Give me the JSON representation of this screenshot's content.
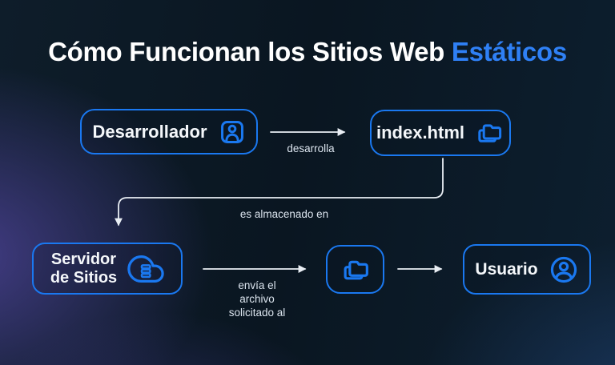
{
  "title": {
    "main": "Cómo Funcionan los Sitios Web",
    "highlight": "Estáticos"
  },
  "nodes": {
    "developer": {
      "label": "Desarrollador"
    },
    "index_file": {
      "label": "index.html"
    },
    "server": {
      "label": "Servidor\nde Sitios"
    },
    "user": {
      "label": "Usuario"
    }
  },
  "edges": {
    "develops": {
      "label": "desarrolla"
    },
    "stored_in": {
      "label": "es almacenado en"
    },
    "sends_file": {
      "label": "envía el\narchivo\nsolicitado al"
    }
  },
  "icons": {
    "developer": "person-badge-icon",
    "index_file": "folders-icon",
    "server": "cloud-server-icon",
    "file": "folders-icon",
    "user": "user-circle-icon"
  },
  "colors": {
    "accent_blue": "#1a78f0",
    "title_highlight_blue": "#2f80f5",
    "box_label_white": "#f4f7fa",
    "edge_label_gray": "#dbe4ee",
    "arrow_white": "#e9eef4",
    "background_navy": "#0a1520",
    "background_glow_purple": "#453c8c"
  }
}
